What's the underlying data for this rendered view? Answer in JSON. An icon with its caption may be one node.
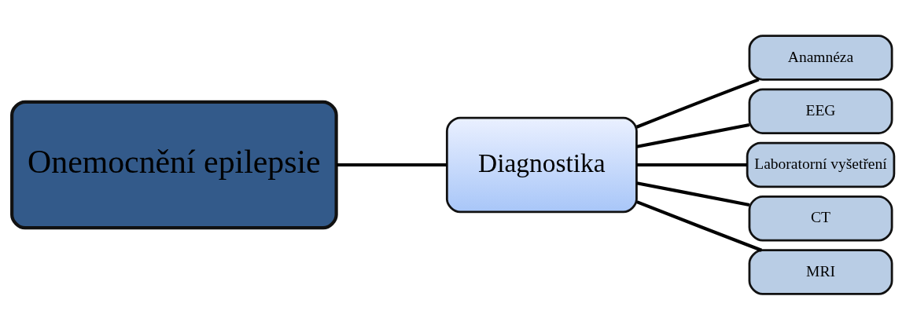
{
  "diagram": {
    "nodes": [
      {
        "text": [
          "Onemocnění epilepsie"
        ]
      },
      {
        "text": [
          "Diagnostika"
        ]
      },
      {
        "text": [
          "Anamnéza"
        ]
      },
      {
        "text": [
          "EEG"
        ]
      },
      {
        "text": [
          "Laboratorní vyšetření"
        ]
      },
      {
        "text": [
          "CT"
        ]
      },
      {
        "text": [
          "MRI"
        ]
      }
    ],
    "edges": [
      {
        "from": 0,
        "to": 1,
        "arrow": "none"
      },
      {
        "from": 1,
        "to": 2,
        "arrow": "none"
      },
      {
        "from": 1,
        "to": 3,
        "arrow": "none"
      },
      {
        "from": 1,
        "to": 4,
        "arrow": "none"
      },
      {
        "from": 1,
        "to": 5,
        "arrow": "none"
      },
      {
        "from": 1,
        "to": 6,
        "arrow": "none"
      }
    ]
  }
}
